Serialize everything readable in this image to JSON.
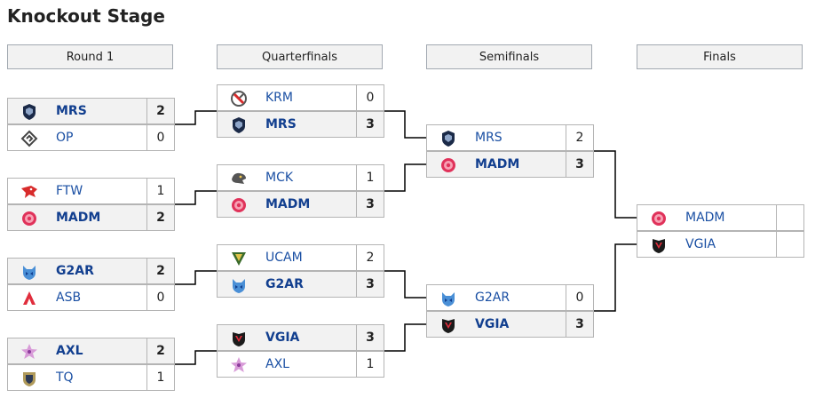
{
  "title": "Knockout Stage",
  "rounds": [
    "Round 1",
    "Quarterfinals",
    "Semifinals",
    "Finals"
  ],
  "r1": [
    {
      "top": {
        "team": "MRS",
        "score": "2",
        "win": true,
        "icon": "mrs"
      },
      "bottom": {
        "team": "OP",
        "score": "0",
        "win": false,
        "icon": "op"
      }
    },
    {
      "top": {
        "team": "FTW",
        "score": "1",
        "win": false,
        "icon": "ftw"
      },
      "bottom": {
        "team": "MADM",
        "score": "2",
        "win": true,
        "icon": "madm"
      }
    },
    {
      "top": {
        "team": "G2AR",
        "score": "2",
        "win": true,
        "icon": "g2ar"
      },
      "bottom": {
        "team": "ASB",
        "score": "0",
        "win": false,
        "icon": "asb"
      }
    },
    {
      "top": {
        "team": "AXL",
        "score": "2",
        "win": true,
        "icon": "axl"
      },
      "bottom": {
        "team": "TQ",
        "score": "1",
        "win": false,
        "icon": "tq"
      }
    }
  ],
  "qf": [
    {
      "top": {
        "team": "KRM",
        "score": "0",
        "win": false,
        "icon": "krm"
      },
      "bottom": {
        "team": "MRS",
        "score": "3",
        "win": true,
        "icon": "mrs"
      }
    },
    {
      "top": {
        "team": "MCK",
        "score": "1",
        "win": false,
        "icon": "mck"
      },
      "bottom": {
        "team": "MADM",
        "score": "3",
        "win": true,
        "icon": "madm"
      }
    },
    {
      "top": {
        "team": "UCAM",
        "score": "2",
        "win": false,
        "icon": "ucam"
      },
      "bottom": {
        "team": "G2AR",
        "score": "3",
        "win": true,
        "icon": "g2ar"
      }
    },
    {
      "top": {
        "team": "VGIA",
        "score": "3",
        "win": true,
        "icon": "vgia"
      },
      "bottom": {
        "team": "AXL",
        "score": "1",
        "win": false,
        "icon": "axl"
      }
    }
  ],
  "sf": [
    {
      "top": {
        "team": "MRS",
        "score": "2",
        "win": false,
        "icon": "mrs"
      },
      "bottom": {
        "team": "MADM",
        "score": "3",
        "win": true,
        "icon": "madm"
      }
    },
    {
      "top": {
        "team": "G2AR",
        "score": "0",
        "win": false,
        "icon": "g2ar"
      },
      "bottom": {
        "team": "VGIA",
        "score": "3",
        "win": true,
        "icon": "vgia"
      }
    }
  ],
  "final": [
    {
      "top": {
        "team": "MADM",
        "score": "",
        "win": false,
        "icon": "madm"
      },
      "bottom": {
        "team": "VGIA",
        "score": "",
        "win": false,
        "icon": "vgia"
      }
    }
  ],
  "colors": {
    "link": "#1a4fa3",
    "border": "#b4b4b4",
    "header_bg": "#f2f2f2",
    "winner_bg": "#f2f2f2",
    "line": "#000000"
  }
}
